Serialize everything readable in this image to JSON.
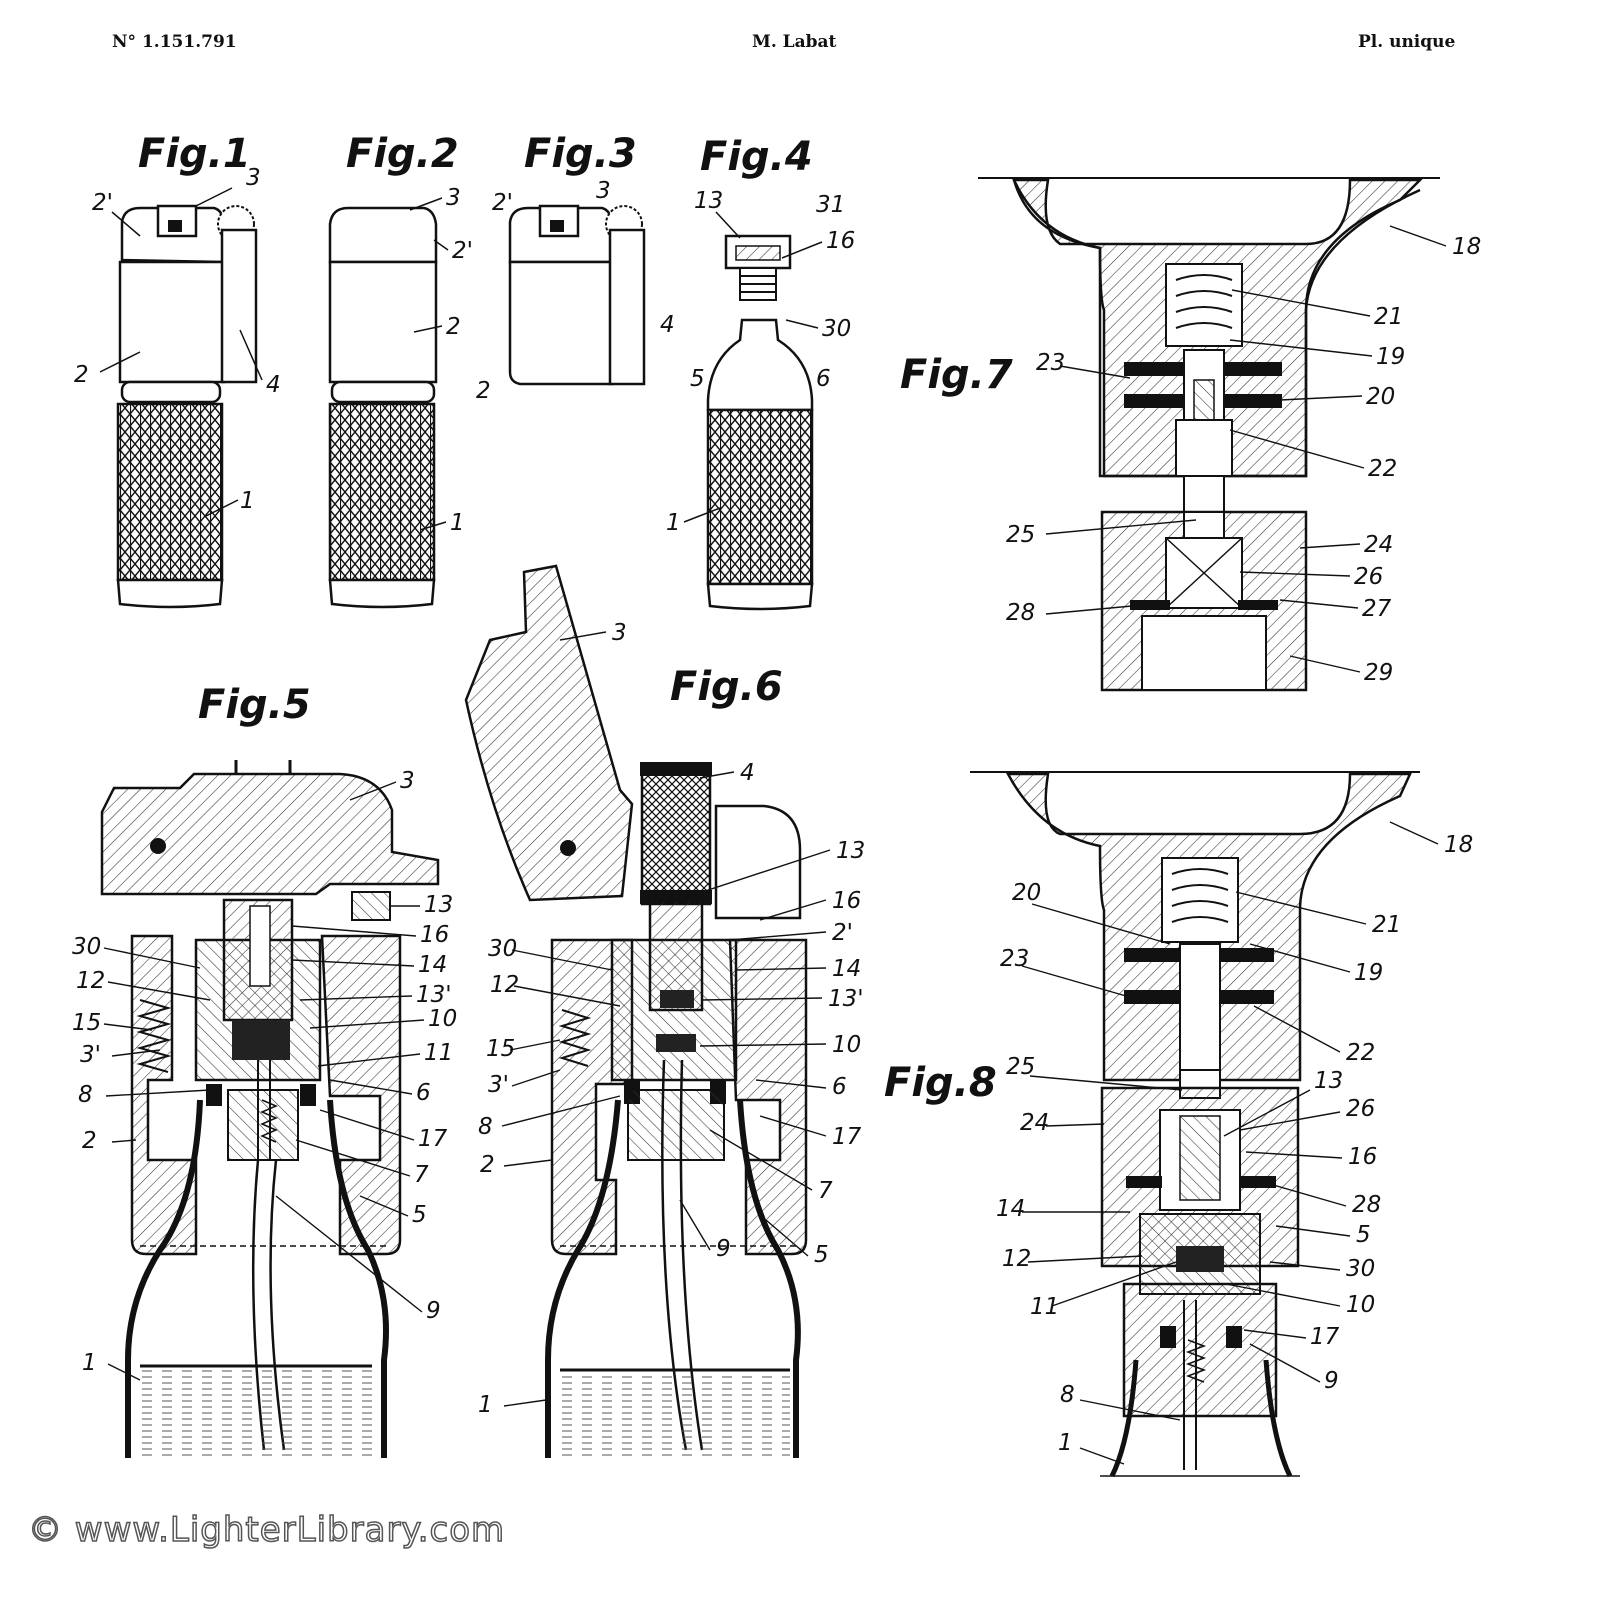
{
  "header": {
    "number": "N° 1.151.791",
    "author": "M. Labat",
    "plate": "Pl. unique"
  },
  "figures": {
    "fig1": {
      "title": "Fig.1",
      "labels": [
        "3",
        "2'",
        "2",
        "4",
        "1"
      ]
    },
    "fig2": {
      "title": "Fig.2",
      "labels": [
        "3",
        "2'",
        "2",
        "1"
      ]
    },
    "fig3": {
      "title": "Fig.3",
      "labels": [
        "2'",
        "3",
        "4",
        "2"
      ]
    },
    "fig4": {
      "title": "Fig.4",
      "labels": [
        "13",
        "31",
        "16",
        "30",
        "5",
        "6",
        "1"
      ]
    },
    "fig5": {
      "title": "Fig.5",
      "labels": [
        "3",
        "13",
        "16",
        "30",
        "14",
        "12",
        "13'",
        "10",
        "15",
        "11",
        "3'",
        "6",
        "8",
        "17",
        "2",
        "7",
        "5",
        "9",
        "1"
      ]
    },
    "fig6": {
      "title": "Fig.6",
      "labels": [
        "3",
        "4",
        "13",
        "16",
        "2'",
        "30",
        "14",
        "12",
        "13'",
        "15",
        "10",
        "3'",
        "6",
        "8",
        "17",
        "2",
        "7",
        "9",
        "5",
        "1"
      ]
    },
    "fig7": {
      "title": "Fig.7",
      "labels": [
        "18",
        "21",
        "23",
        "19",
        "20",
        "22",
        "25",
        "24",
        "26",
        "28",
        "27",
        "29"
      ]
    },
    "fig8": {
      "title": "Fig.8",
      "labels": [
        "18",
        "20",
        "21",
        "23",
        "19",
        "22",
        "25",
        "13",
        "24",
        "26",
        "16",
        "14",
        "28",
        "5",
        "12",
        "30",
        "11",
        "10",
        "17",
        "9",
        "8",
        "1"
      ]
    }
  },
  "watermark": "© www.LighterLibrary.com"
}
